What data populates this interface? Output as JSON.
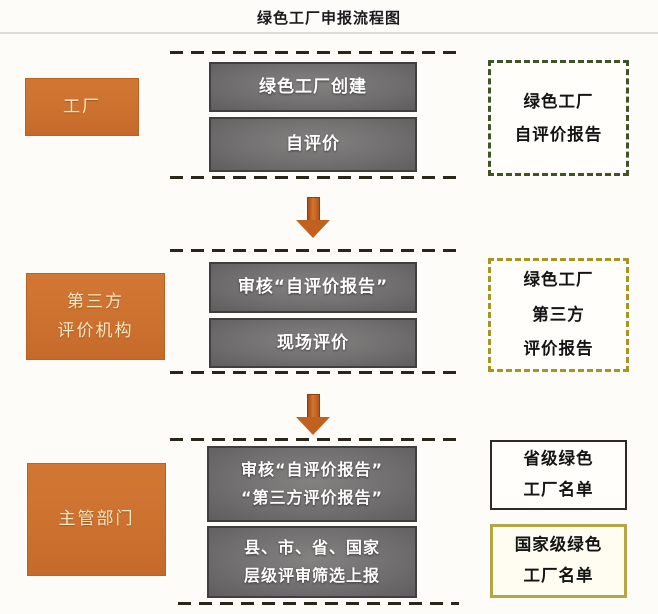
{
  "title": "绿色工厂申报流程图",
  "colors": {
    "accent_orange": "#cd7130",
    "step_gray": "#716f6f",
    "dashed_green": "#3f5426",
    "dashed_olive": "#a8951f",
    "solid_dark": "#2e2b27",
    "solid_olive": "#b5a643",
    "separator": "#2b261b"
  },
  "sections": [
    {
      "actor": {
        "lines": [
          "工厂"
        ]
      },
      "steps": [
        {
          "lines": [
            "绿色工厂创建"
          ]
        },
        {
          "lines": [
            "自评价"
          ]
        }
      ],
      "outputs": [
        {
          "style": "dashed-green",
          "lines": [
            "绿色工厂",
            "自评价报告"
          ]
        }
      ]
    },
    {
      "actor": {
        "lines": [
          "第三方",
          "评价机构"
        ]
      },
      "steps": [
        {
          "lines": [
            "审核“自评价报告”"
          ]
        },
        {
          "lines": [
            "现场评价"
          ]
        }
      ],
      "outputs": [
        {
          "style": "dashed-olive",
          "lines": [
            "绿色工厂",
            "第三方",
            "评价报告"
          ]
        }
      ]
    },
    {
      "actor": {
        "lines": [
          "主管部门"
        ]
      },
      "steps": [
        {
          "lines": [
            "审核“自评价报告”",
            "“第三方评价报告”"
          ]
        },
        {
          "lines": [
            "县、市、省、国家",
            "层级评审筛选上报"
          ]
        }
      ],
      "outputs": [
        {
          "style": "solid-dark",
          "lines": [
            "省级绿色",
            "工厂名单"
          ]
        },
        {
          "style": "solid-olive",
          "lines": [
            "国家级绿色",
            "工厂名单"
          ]
        }
      ]
    }
  ]
}
